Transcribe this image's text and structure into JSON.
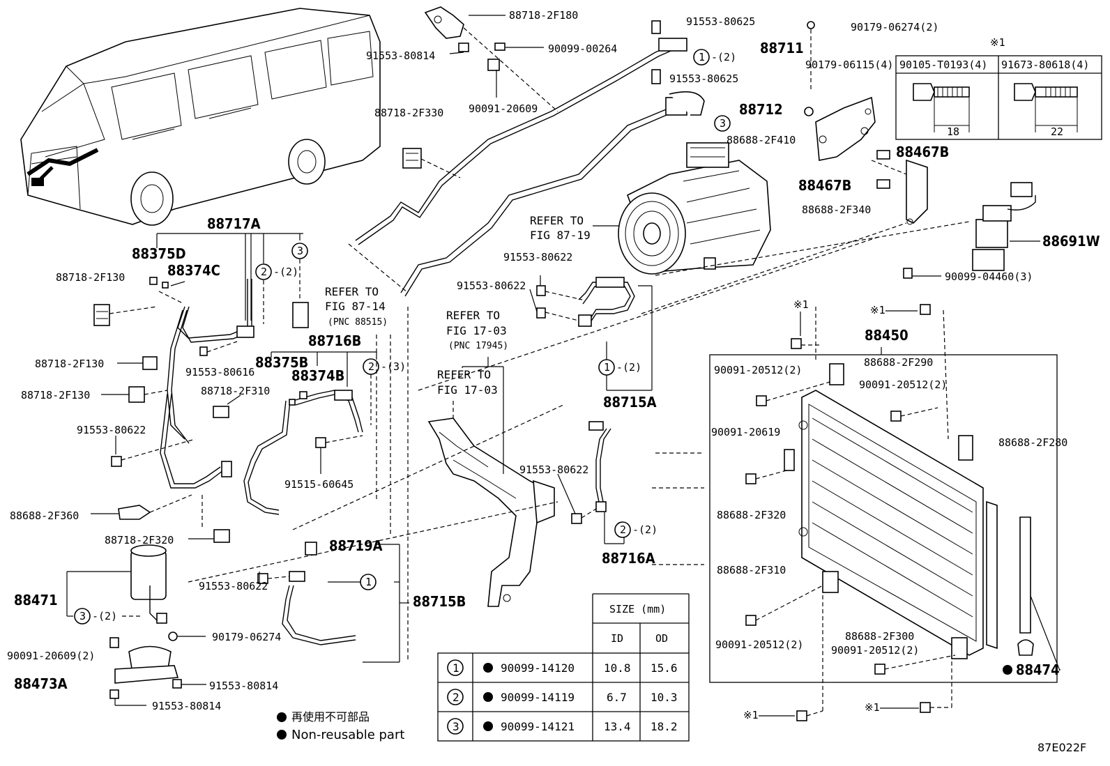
{
  "diagram_id": "87E022F",
  "parts": {
    "p88718_2F180": "88718-2F180",
    "p91553_80625a": "91553-80625",
    "p90179_06274_2": "90179-06274(2)",
    "p91553_80814a": "91553-80814",
    "p90099_00264": "90099-00264",
    "p88711": "88711",
    "p90179_06115_4": "90179-06115(4)",
    "p91553_80625b": "91553-80625",
    "p90091_20609": "90091-20609",
    "p88712": "88712",
    "p88718_2F330": "88718-2F330",
    "p88688_2F410": "88688-2F410",
    "p88467B_a": "88467B",
    "p88467B_b": "88467B",
    "p88688_2F340": "88688-2F340",
    "p88691W": "88691W",
    "p90099_04460_3": "90099-04460(3)",
    "p88717A": "88717A",
    "p88375D": "88375D",
    "p88374C": "88374C",
    "p88718_2F130a": "88718-2F130",
    "p88718_2F130b": "88718-2F130",
    "p88718_2F130c": "88718-2F130",
    "p91553_80616": "91553-80616",
    "p88718_2F310": "88718-2F310",
    "p88716B": "88716B",
    "p88375B": "88375B",
    "p88374B": "88374B",
    "p91553_80622a": "91553-80622",
    "p91553_80622b": "91553-80622",
    "p91553_80622c": "91553-80622",
    "p91553_80622d": "91553-80622",
    "p91553_80622e": "91553-80622",
    "p88715A": "88715A",
    "p91515_60645": "91515-60645",
    "p88688_2F360": "88688-2F360",
    "p88718_2F320": "88718-2F320",
    "p88719A": "88719A",
    "p88471": "88471",
    "p88715B": "88715B",
    "p90179_06274": "90179-06274",
    "p90091_20609_2": "90091-20609(2)",
    "p88473A": "88473A",
    "p91553_80814b": "91553-80814",
    "p91553_80814c": "91553-80814",
    "p88716A": "88716A",
    "p88450": "88450",
    "p90091_20512_2a": "90091-20512(2)",
    "p90091_20512_2b": "90091-20512(2)",
    "p90091_20512_2c": "90091-20512(2)",
    "p90091_20512_2d": "90091-20512(2)",
    "p88688_2F290": "88688-2F290",
    "p88688_2F280": "88688-2F280",
    "p90091_20619": "90091-20619",
    "p88688_2F320": "88688-2F320",
    "p88688_2F310": "88688-2F310",
    "p88688_2F300": "88688-2F300",
    "p88474": "88474"
  },
  "refs": {
    "refer_to": "REFER TO",
    "fig_87_19": "FIG 87-19",
    "fig_87_14": "FIG 87-14",
    "pnc_88515": "(PNC 88515)",
    "fig_17_03a": "FIG 17-03",
    "pnc_17945": "(PNC 17945)",
    "fig_17_03b": "FIG 17-03"
  },
  "callouts": {
    "one": "1",
    "two": "2",
    "three": "3",
    "qty2": "-(2)",
    "qty3": "-(3)",
    "note_mark": "※1"
  },
  "bolt_box": {
    "header_mark": "※1",
    "col1": "90105-T0193(4)",
    "col2": "91673-80618(4)",
    "dim1": "18",
    "dim2": "22"
  },
  "size_table": {
    "title": "SIZE (mm)",
    "col_id": "ID",
    "col_od": "OD",
    "rows": [
      {
        "ref": "1",
        "part": "90099-14120",
        "id": "10.8",
        "od": "15.6"
      },
      {
        "ref": "2",
        "part": "90099-14119",
        "id": "6.7",
        "od": "10.3"
      },
      {
        "ref": "3",
        "part": "90099-14121",
        "id": "13.4",
        "od": "18.2"
      }
    ]
  },
  "legend": {
    "jp": "再使用不可部品",
    "en": "Non-reusable part"
  }
}
